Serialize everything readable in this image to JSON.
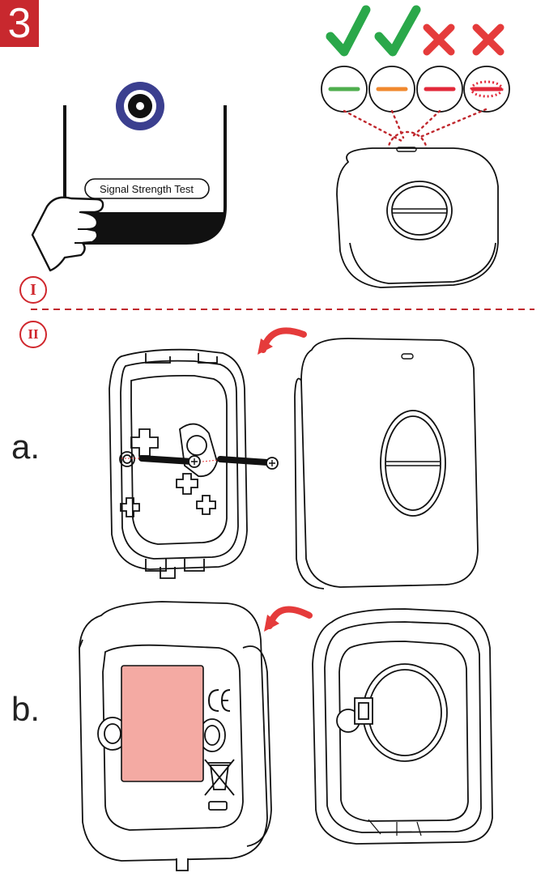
{
  "step": {
    "number": "3"
  },
  "section_1": {
    "marker": "I"
  },
  "section_2": {
    "marker": "II"
  },
  "app_screen": {
    "button_label": "Signal Strength Test"
  },
  "indicator": {
    "results": [
      {
        "color": "#4fae4e",
        "status": "ok"
      },
      {
        "color": "#f0882e",
        "status": "ok"
      },
      {
        "color": "#e2293a",
        "status": "fail"
      },
      {
        "color": "#e2293a",
        "status": "fail-dashed"
      }
    ],
    "check_color": "#2aa84a",
    "cross_color": "#e53b3b"
  },
  "parts": {
    "a": "a.",
    "b": "b."
  },
  "colors": {
    "accent_red": "#d0272d",
    "battery": "#f4aaa3",
    "app_icon": "#3b3f8f"
  }
}
